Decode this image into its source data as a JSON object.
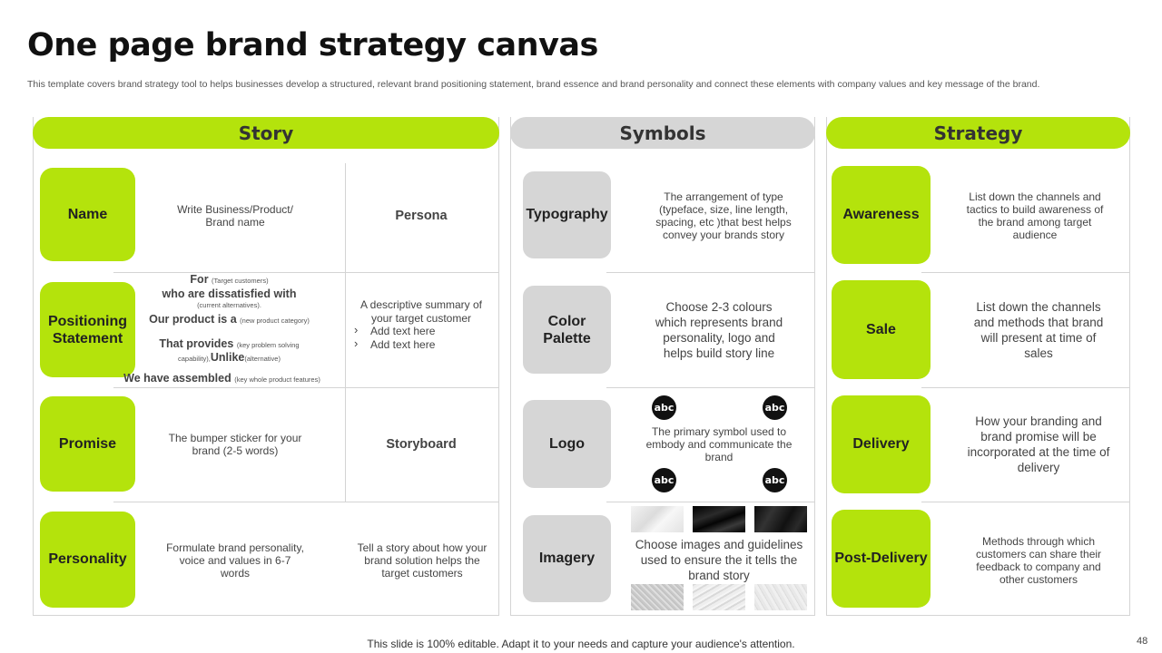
{
  "header": {
    "title": "One page brand strategy canvas",
    "subtitle": "This template covers brand strategy tool to helps businesses develop a structured, relevant brand positioning statement, brand essence and brand personality and connect these elements with company values and key message of the brand."
  },
  "story": {
    "heading": "Story",
    "name": {
      "label": "Name",
      "text": "Write Business/Product/ Brand name",
      "right": "Persona"
    },
    "positioning": {
      "label": "Positioning Statement",
      "for": "For",
      "for_note": "(Target customers)",
      "dissatisfied": "who are dissatisfied  with",
      "dissatisfied_note": "(current alternatives).",
      "product": "Our product  is a",
      "product_note": "(new product category)",
      "provides": "That provides",
      "provides_note": "(key problem solving",
      "capability": "capability),",
      "unlike": "Unlike",
      "unlike_note": "(alternative)",
      "assembled": "We have assembled",
      "assembled_note": "(key whole product features)",
      "summary": "A descriptive summary of your target customer",
      "bullets": [
        "Add text here",
        "Add text here"
      ]
    },
    "promise": {
      "label": "Promise",
      "text": "The bumper sticker for your brand (2-5 words)",
      "right": "Storyboard"
    },
    "personality": {
      "label": "Personality",
      "text": "Formulate brand personality, voice and values in 6-7 words",
      "right": "Tell a story about how your brand solution helps the target customers"
    }
  },
  "symbols": {
    "heading": "Symbols",
    "typography": {
      "label": "Typography",
      "text": "The arrangement of type (typeface,  size, line length, spacing, etc )that best helps convey your brands story"
    },
    "color_palette": {
      "label": "Color Palette",
      "text": "Choose 2-3 colours which represents brand personality, logo and helps build story line"
    },
    "logo": {
      "label": "Logo",
      "text": "The primary symbol used to embody and communicate the brand",
      "logo_text": "abc"
    },
    "imagery": {
      "label": "Imagery",
      "text": "Choose images and guidelines used to ensure the it tells the brand story"
    }
  },
  "strategy": {
    "heading": "Strategy",
    "awareness": {
      "label": "Awareness",
      "text": "List down the channels and tactics to  build awareness of the brand among target audience"
    },
    "sale": {
      "label": "Sale",
      "text": "List down the channels and methods that brand will present at time of sales"
    },
    "delivery": {
      "label": "Delivery",
      "text": "How  your branding and brand promise will be incorporated at the time of delivery"
    },
    "post_delivery": {
      "label": "Post-Delivery",
      "text": "Methods through which customers can share their feedback to company and other customers"
    }
  },
  "footer": {
    "text": "This slide is 100% editable. Adapt it to your needs and capture your audience's attention.",
    "page": "48"
  },
  "colors": {
    "accent": "#b4e30c",
    "neutral": "#d6d6d6"
  }
}
